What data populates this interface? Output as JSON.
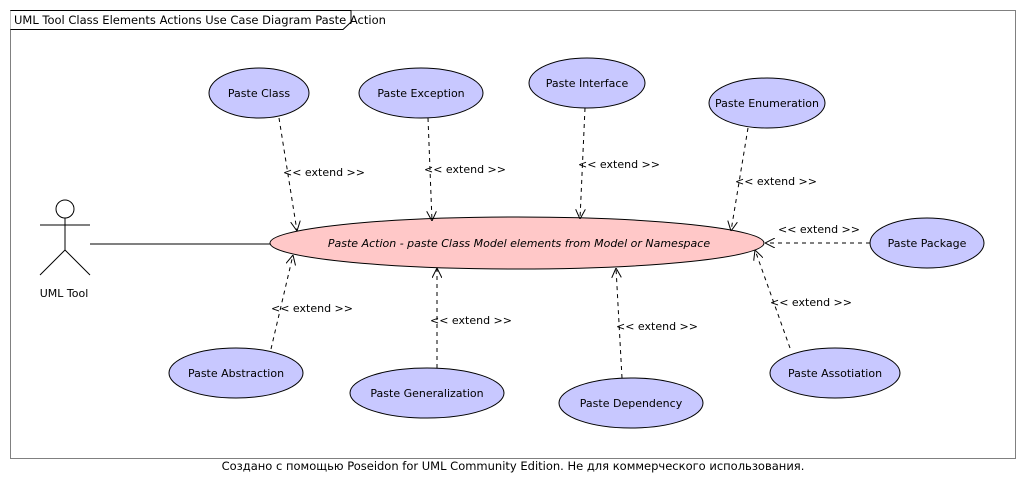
{
  "diagram": {
    "title": "UML Tool Class Elements Actions Use Case Diagram Paste Action",
    "actor": {
      "name": "UML Tool"
    },
    "main_use_case": {
      "name": "Paste Action - paste Class Model elements from Model or Namespace",
      "fill": "#ffc8c8"
    },
    "use_case_fill": "#c8c8ff",
    "use_cases": [
      {
        "id": "paste-class",
        "name": "Paste Class"
      },
      {
        "id": "paste-exception",
        "name": "Paste Exception"
      },
      {
        "id": "paste-interface",
        "name": "Paste Interface"
      },
      {
        "id": "paste-enumeration",
        "name": "Paste Enumeration"
      },
      {
        "id": "paste-package",
        "name": "Paste Package"
      },
      {
        "id": "paste-abstraction",
        "name": "Paste Abstraction"
      },
      {
        "id": "paste-generalization",
        "name": "Paste Generalization"
      },
      {
        "id": "paste-dependency",
        "name": "Paste Dependency"
      },
      {
        "id": "paste-assotiation",
        "name": "Paste Assotiation"
      }
    ],
    "extend_label": "<< extend >>"
  },
  "footer": "Создано с помощью Poseidon for UML Community Edition. Не для коммерческого использования."
}
